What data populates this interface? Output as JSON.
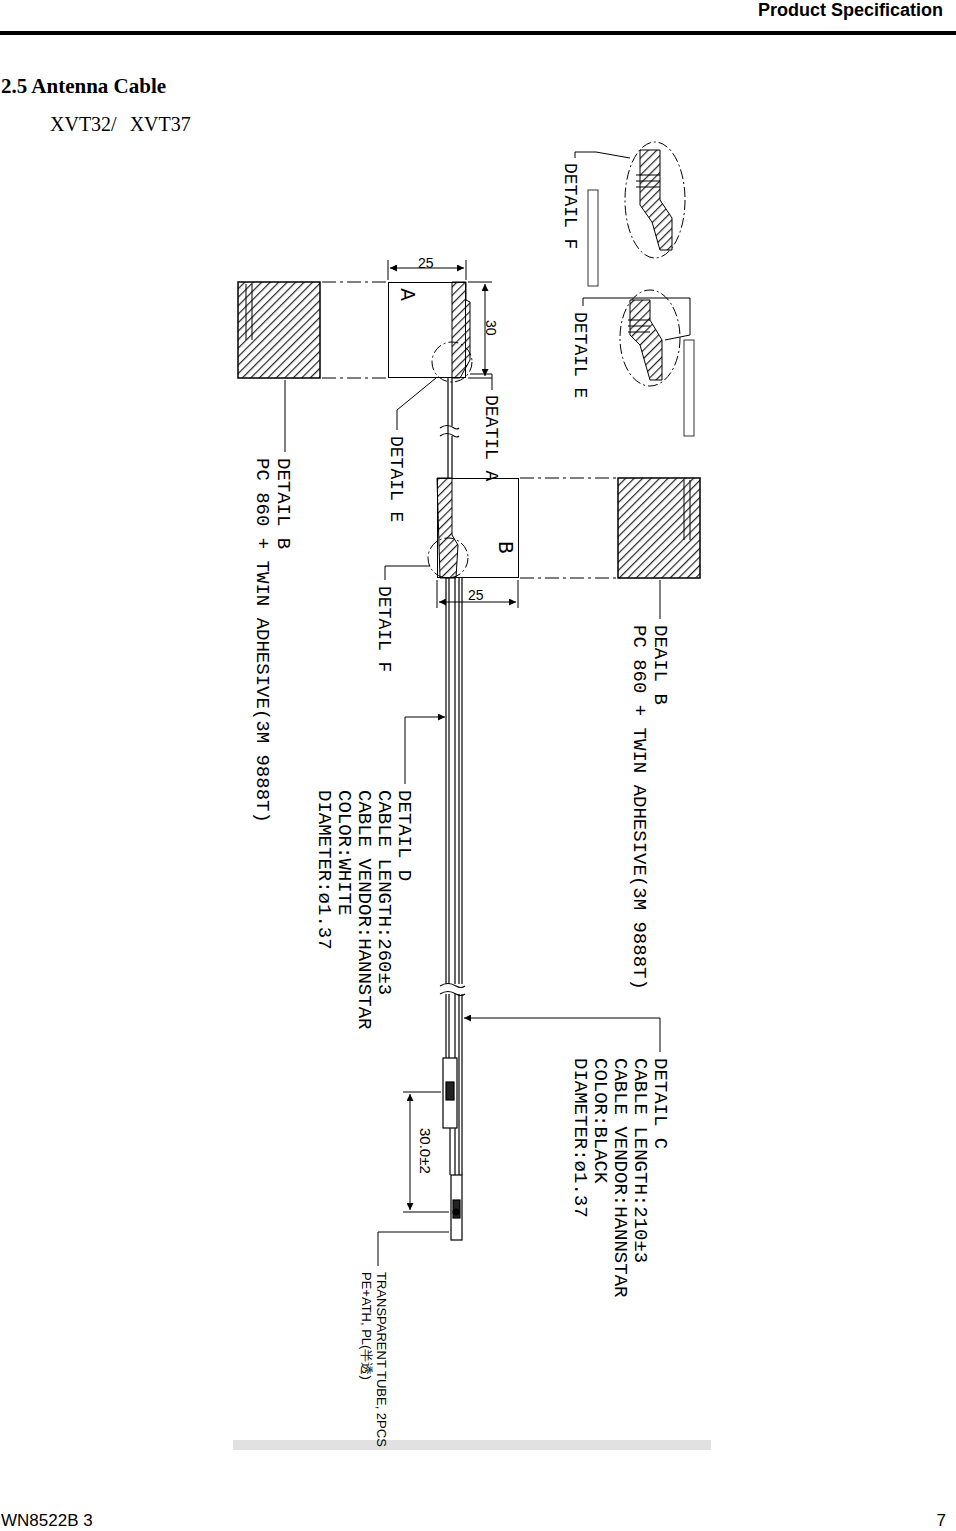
{
  "diagram": {
    "title": "2.5 Antenna Cable",
    "nodes": [
      {
        "text": [
          "A"
        ]
      },
      {
        "text": [
          "B"
        ]
      }
    ],
    "edges": [
      {
        "from": 0,
        "to": 1,
        "arrow": "none"
      }
    ],
    "labels": [
      "Product Specification",
      "XVT32/ XVT37",
      "DETAIL F",
      "DETAIL E",
      "25",
      "30",
      "DEATIL A",
      "DETAIL E",
      "DETAIL B",
      "PC 860 + TWIN ADHESIVE(3M 9888T)",
      "25",
      "DETAIL F",
      "DEAIL B",
      "PC 860 + TWIN ADHESIVE(3M 9888T)",
      "DETAIL D",
      "CABLE LENGTH:260±3",
      "CABLE VENDOR:HANNSTAR",
      "COLOR:WHITE",
      "DIAMETER:ø1.37",
      "DETAIL C",
      "CABLE LENGTH:210±3",
      "CABLE VENDOR:HANNSTAR",
      "COLOR:BLACK",
      "DIAMETER:ø1.37",
      "30.0±2",
      "TRANSPARENT TUBE, 2PCS",
      "PE+ATH, PL(半透)",
      "WN8522B 3",
      "7"
    ]
  }
}
